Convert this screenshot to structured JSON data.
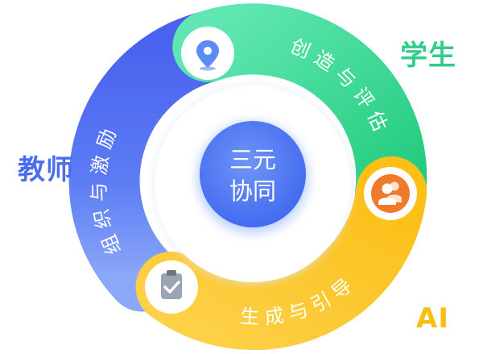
{
  "center": {
    "line1": "三元",
    "line2": "协同"
  },
  "arcs": {
    "student_arc": "创造与评估",
    "teacher_arc": "组织与激励",
    "ai_arc": "生成与引导"
  },
  "roles": {
    "student": "学生",
    "teacher": "教师",
    "ai": "AI"
  },
  "icons": {
    "teacher": "location-pin-icon",
    "student": "users-icon",
    "ai": "clipboard-check-icon"
  },
  "colors": {
    "teacher_blue": "#4a6cf0",
    "student_green": "#2ed88f",
    "ai_yellow": "#fbc11b",
    "center_blue": "#5b84f5"
  }
}
